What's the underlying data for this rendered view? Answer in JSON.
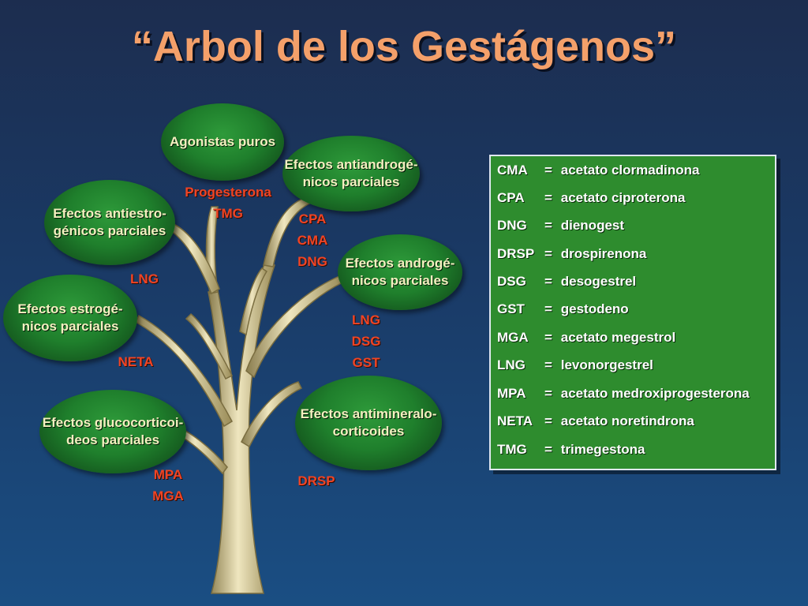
{
  "title": "“Arbol de los Gestágenos”",
  "leaves": {
    "agonistas": "Agonistas puros",
    "antiandrogenicos": "Efectos antiandrogé-\nnicos parciales",
    "antiestrogenicos": "Efectos antiestro-\ngénicos parciales",
    "androgenicos": "Efectos androgé-\nnicos parciales",
    "estrogenicos": "Efectos estrogé-\nnicos parciales",
    "glucocorticoideos": "Efectos glucocorticoi-\ndeos parciales",
    "antimineralocorticoides": "Efectos antimineralo-\ncorticoides"
  },
  "labels": {
    "agonistas": "Progesterona\nTMG",
    "antiandrogenicos": "CPA\nCMA\nDNG",
    "antiestrogenicos": "LNG",
    "androgenicos": "LNG\nDSG\nGST",
    "estrogenicos": "NETA",
    "glucocorticoideos": "MPA\nMGA",
    "antimineralocorticoides": "DRSP"
  },
  "legend": [
    {
      "abbr": "CMA",
      "eq": "=",
      "name": "acetato clormadinona"
    },
    {
      "abbr": "CPA",
      "eq": "=",
      "name": "acetato ciproterona"
    },
    {
      "abbr": "DNG",
      "eq": "=",
      "name": "dienogest"
    },
    {
      "abbr": "DRSP",
      "eq": "=",
      "name": "drospirenona"
    },
    {
      "abbr": "DSG",
      "eq": "=",
      "name": "desogestrel"
    },
    {
      "abbr": "GST",
      "eq": "=",
      "name": "gestodeno"
    },
    {
      "abbr": "MGA",
      "eq": "=",
      "name": "acetato megestrol"
    },
    {
      "abbr": "LNG",
      "eq": "=",
      "name": "levonorgestrel"
    },
    {
      "abbr": "MPA",
      "eq": "=",
      "name": "acetato medroxiprogesterona"
    },
    {
      "abbr": "NETA",
      "eq": "=",
      "name": "acetato noretindrona"
    },
    {
      "abbr": "TMG",
      "eq": "=",
      "name": "trimegestona"
    }
  ],
  "colors": {
    "title": "#f4a06a",
    "leaf": "#1f7f2c",
    "label": "#f04424",
    "legend_bg": "#2e8c2e",
    "trunk": "#d8cfa0"
  }
}
